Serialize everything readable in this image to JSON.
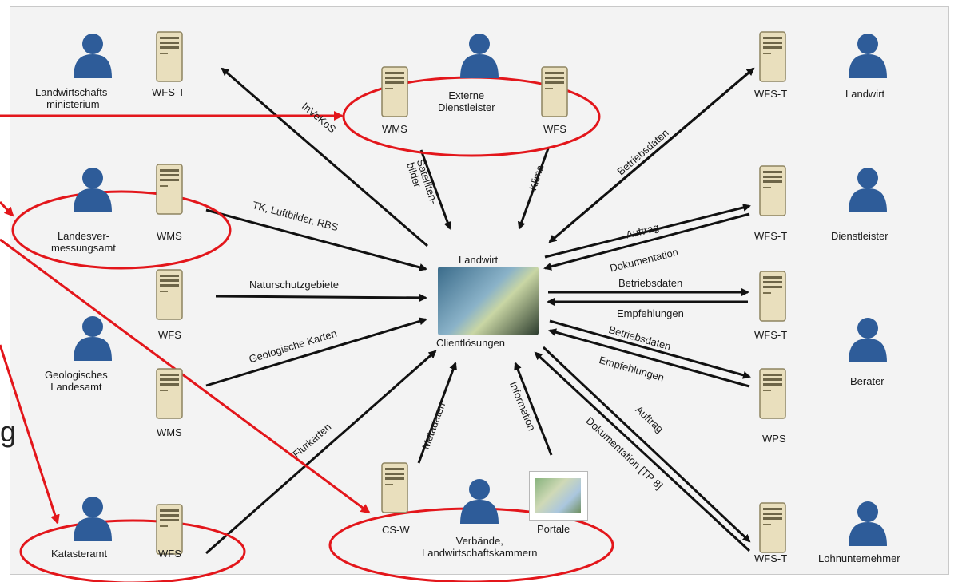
{
  "colors": {
    "node_arrow": "#111111",
    "highlight": "#e3161b",
    "server_body": "#e9dfbd",
    "person": "#2e5c99"
  },
  "icons": {
    "server": "server-icon",
    "person": "person-icon",
    "client": "workstation-photo",
    "portal": "map-portal-icon"
  },
  "center": {
    "title": "Landwirt",
    "subtitle": "Clientlösungen"
  },
  "labels": {
    "landwirtschaftsministerium": "Landwirtschafts-\nministerium",
    "wfs_t_tl": "WFS-T",
    "externe": "Externe\nDienstleister",
    "wms_top": "WMS",
    "wfs_top": "WFS",
    "wfs_t_tr": "WFS-T",
    "landwirt_tr": "Landwirt",
    "landesvermessungsamt": "Landesver-\nmessungsamt",
    "wms_lv": "WMS",
    "wfs_ns": "WFS",
    "geologisches": "Geologisches\nLandesamt",
    "wms_geo": "WMS",
    "katasteramt": "Katasteramt",
    "wfs_kat": "WFS",
    "csw": "CS-W",
    "verbaende": "Verbände,\nLandwirtschaftskammern",
    "portale": "Portale",
    "wfs_t_dl": "WFS-T",
    "dienstleister": "Dienstleister",
    "wfs_t_mid": "WFS-T",
    "berater": "Berater",
    "wps": "WPS",
    "wfs_t_br": "WFS-T",
    "lohnunternehmer": "Lohnunternehmer"
  },
  "edges": {
    "inveKos": "InVeKoS",
    "satelliten": "Satelliten-\nbilder",
    "klima": "Klima",
    "betriebsdaten_tr": "Betriebsdaten",
    "tk": "TK, Luftbilder, RBS",
    "naturschutz": "Naturschutzgebiete",
    "geologische": "Geologische Karten",
    "flurkarten": "Flurkarten",
    "metadaten": "Metadaten",
    "information": "Information",
    "auftrag1": "Auftrag",
    "dokumentation1": "Dokumentation",
    "betriebsdaten2": "Betriebsdaten",
    "empfehlungen1": "Empfehlungen",
    "betriebsdaten3": "Betriebsdaten",
    "empfehlungen2": "Empfehlungen",
    "auftrag2": "Auftrag",
    "dokumentation2": "Dokumentation [TP 8]"
  },
  "edge_text": "g"
}
